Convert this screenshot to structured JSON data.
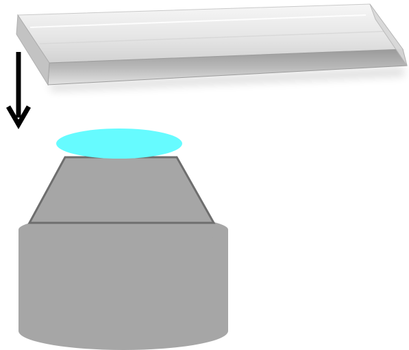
{
  "figure": {
    "components": [
      {
        "id": "glass-slide",
        "color_face": "#ebebeb",
        "color_edge": "#8c8c8c"
      },
      {
        "id": "down-arrow",
        "color": "#000000"
      },
      {
        "id": "immersion-drop",
        "color": "#66fbff"
      },
      {
        "id": "objective-cone",
        "color": "#a6a6a6",
        "stroke": "#6e6e6e"
      },
      {
        "id": "objective-body",
        "color": "#a6a6a6"
      }
    ]
  }
}
